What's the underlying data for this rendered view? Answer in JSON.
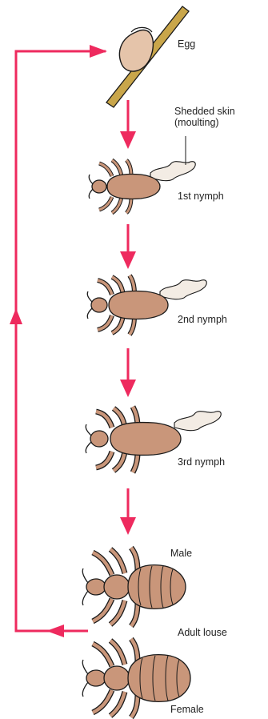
{
  "labels": {
    "egg": "Egg",
    "shedded_skin_line1": "Shedded skin",
    "shedded_skin_line2": "(moulting)",
    "nymph1": "1st nymph",
    "nymph2": "2nd nymph",
    "nymph3": "3rd nymph",
    "male": "Male",
    "adult_louse": "Adult louse",
    "female": "Female"
  },
  "colors": {
    "arrow": "#ee2a5e",
    "louse_fill": "#c9967a",
    "louse_stroke": "#1a1a1a",
    "egg_fill": "#e5c4aa",
    "hair_fill": "#c9a64a",
    "skin_fill": "#f3ece4"
  }
}
